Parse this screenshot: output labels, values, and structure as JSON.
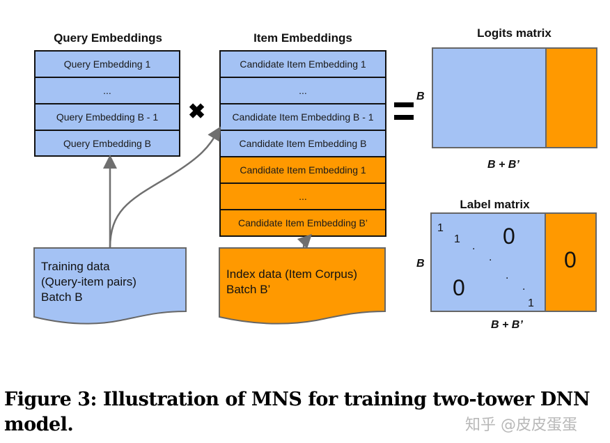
{
  "query_tower": {
    "title": "Query Embeddings",
    "rows": [
      "Query Embedding 1",
      "...",
      "Query Embedding B - 1",
      "Query Embedding B"
    ]
  },
  "operator_multiply": "✖",
  "item_tower": {
    "title": "Item Embeddings",
    "in_batch_rows": [
      "Candidate Item Embedding 1",
      "...",
      "Candidate Item Embedding B - 1",
      "Candidate Item Embedding B"
    ],
    "mixed_rows": [
      "Candidate Item Embedding 1",
      "...",
      "Candidate Item Embedding B’"
    ]
  },
  "operator_equals": "=",
  "logits_matrix": {
    "title": "Logits matrix",
    "row_label": "B",
    "col_label": "B + B’"
  },
  "label_matrix": {
    "title": "Label matrix",
    "row_label": "B",
    "col_label": "B + B’",
    "diag_one": "1",
    "zero": "0",
    "dot": "."
  },
  "training_data": {
    "lines": [
      "Training data",
      "(Query-item pairs)",
      "Batch B"
    ]
  },
  "index_data": {
    "lines": [
      "Index data (Item Corpus)",
      "Batch B’"
    ]
  },
  "caption": {
    "line1": "Figure 3: Illustration of MNS for training two-tower DNN",
    "line2": "model."
  },
  "watermark": "知乎 @皮皮蛋蛋",
  "colors": {
    "in_batch": "#a4c2f4",
    "mixed_negative": "#ff9900",
    "arrow": "#6f6f6f"
  }
}
